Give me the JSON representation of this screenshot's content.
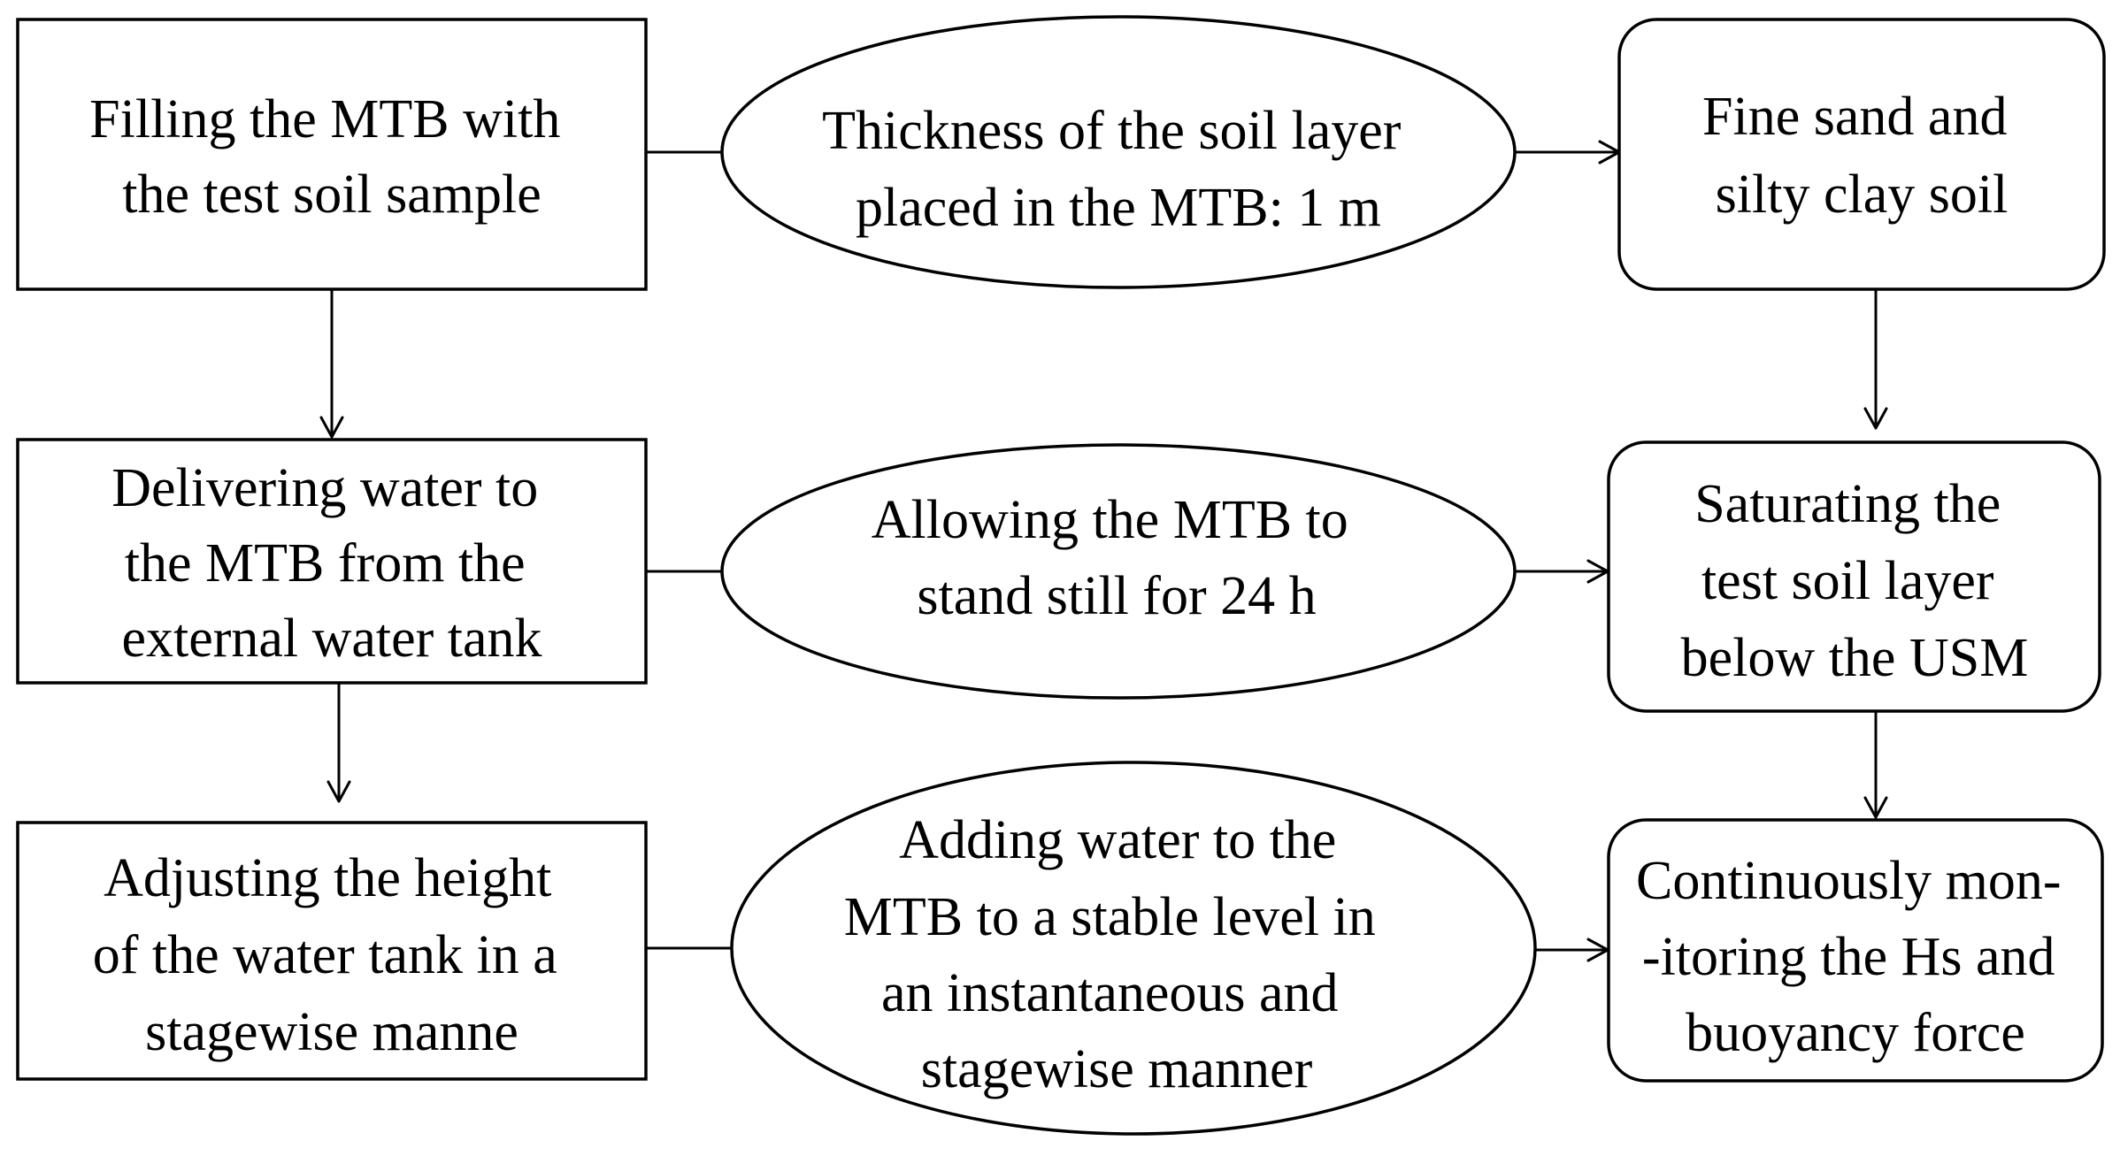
{
  "nodes": {
    "fill_mtb": {
      "shape": "rectangle",
      "lines": [
        "Filling the MTB with",
        "the test soil sample"
      ]
    },
    "soil_thickness": {
      "shape": "ellipse",
      "lines": [
        "Thickness of the soil layer",
        "placed in the MTB: 1 m"
      ]
    },
    "soil_types": {
      "shape": "rounded-rectangle",
      "lines": [
        "Fine sand and",
        "silty clay soil"
      ]
    },
    "deliver_water": {
      "shape": "rectangle",
      "lines": [
        "Delivering water to",
        "the MTB from the",
        "external water tank"
      ]
    },
    "stand_still": {
      "shape": "ellipse",
      "lines": [
        "Allowing the MTB to",
        "stand still for 24 h"
      ]
    },
    "saturate": {
      "shape": "rounded-rectangle",
      "lines": [
        "Saturating the",
        "test soil layer",
        "below the USM"
      ]
    },
    "adjust_height": {
      "shape": "rectangle",
      "lines": [
        "Adjusting the height",
        "of the water tank in a",
        "stagewise manne"
      ]
    },
    "add_water": {
      "shape": "ellipse",
      "lines": [
        "Adding water to the",
        "MTB to a stable level in",
        "an instantaneous and",
        "stagewise manner"
      ]
    },
    "monitor": {
      "shape": "rounded-rectangle",
      "lines": [
        "Continuously mon-",
        "-itoring the Hs and",
        "buoyancy force"
      ]
    }
  },
  "edges": [
    {
      "from": "fill_mtb",
      "to": "soil_types",
      "via": "soil_thickness"
    },
    {
      "from": "fill_mtb",
      "to": "deliver_water"
    },
    {
      "from": "soil_types",
      "to": "saturate"
    },
    {
      "from": "deliver_water",
      "to": "saturate",
      "via": "stand_still"
    },
    {
      "from": "deliver_water",
      "to": "adjust_height"
    },
    {
      "from": "saturate",
      "to": "monitor"
    },
    {
      "from": "adjust_height",
      "to": "monitor",
      "via": "add_water"
    }
  ]
}
